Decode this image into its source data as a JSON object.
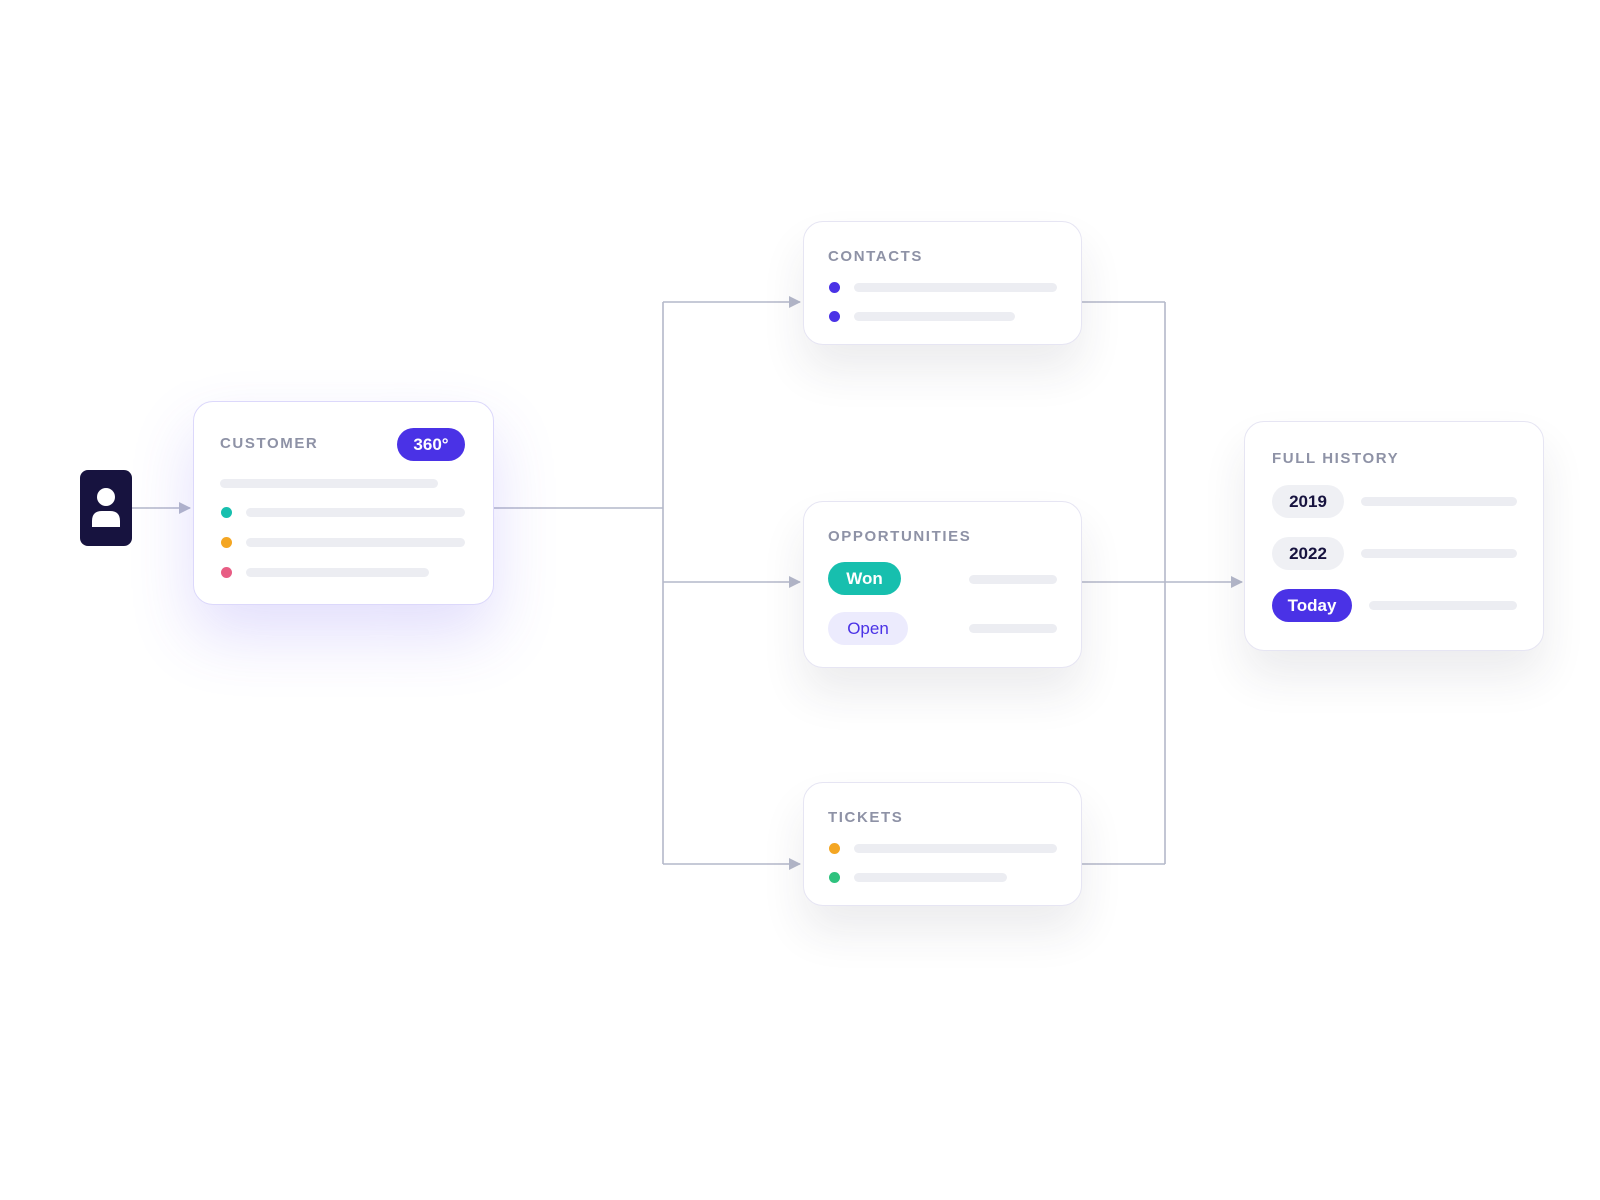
{
  "colors": {
    "accent": "#4a32e6",
    "teal": "#17bfae",
    "orange": "#f4a623",
    "pink": "#e85d84",
    "green": "#2ec27e",
    "navy": "#17133f",
    "connector": "#b4b8ca"
  },
  "customer": {
    "title": "CUSTOMER",
    "badge": "360°",
    "icon": "user-icon"
  },
  "contacts": {
    "title": "CONTACTS"
  },
  "opportunities": {
    "title": "OPPORTUNITIES",
    "won": "Won",
    "open": "Open"
  },
  "tickets": {
    "title": "TICKETS"
  },
  "history": {
    "title": "FULL HISTORY",
    "entries": [
      "2019",
      "2022",
      "Today"
    ]
  }
}
